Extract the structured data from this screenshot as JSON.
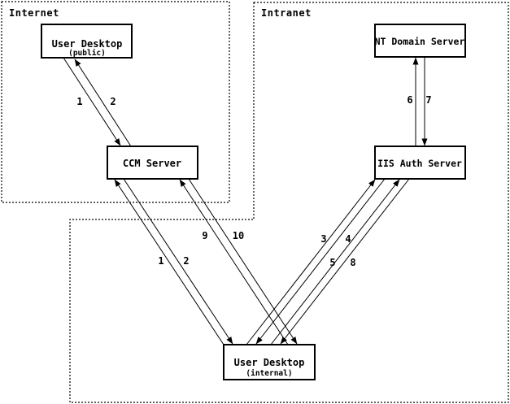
{
  "diagram": {
    "zones": [
      {
        "id": "internet",
        "label": "Internet"
      },
      {
        "id": "intranet",
        "label": "Intranet"
      }
    ],
    "nodes": [
      {
        "id": "user-desktop-public",
        "title": "User Desktop",
        "subtitle": "(public)",
        "zone": "Internet"
      },
      {
        "id": "ccm-server",
        "title": "CCM Server",
        "zone": "Internet"
      },
      {
        "id": "nt-domain-server",
        "title": "NT Domain Server",
        "zone": "Intranet"
      },
      {
        "id": "iis-auth-server",
        "title": "IIS Auth Server",
        "zone": "Intranet"
      },
      {
        "id": "user-desktop-internal",
        "title": "User Desktop",
        "subtitle": "(internal)",
        "zone": "Intranet"
      }
    ],
    "flows": [
      {
        "step": "1",
        "from": "User Desktop (public)",
        "to": "CCM Server"
      },
      {
        "step": "2",
        "from": "CCM Server",
        "to": "User Desktop (public)"
      },
      {
        "step": "1",
        "from": "User Desktop (internal)",
        "to": "CCM Server"
      },
      {
        "step": "2",
        "from": "CCM Server",
        "to": "User Desktop (internal)"
      },
      {
        "step": "9",
        "from": "User Desktop (internal)",
        "to": "CCM Server"
      },
      {
        "step": "10",
        "from": "CCM Server",
        "to": "User Desktop (internal)"
      },
      {
        "step": "3",
        "from": "User Desktop (internal)",
        "to": "IIS Auth Server"
      },
      {
        "step": "4",
        "from": "IIS Auth Server",
        "to": "User Desktop (internal)"
      },
      {
        "step": "5",
        "from": "User Desktop (internal)",
        "to": "IIS Auth Server"
      },
      {
        "step": "8",
        "from": "IIS Auth Server",
        "to": "User Desktop (internal)"
      },
      {
        "step": "6",
        "from": "IIS Auth Server",
        "to": "NT Domain Server"
      },
      {
        "step": "7",
        "from": "NT Domain Server",
        "to": "IIS Auth Server"
      }
    ],
    "colors": {
      "line": "#000000",
      "background": "#ffffff",
      "text": "#000000"
    }
  }
}
